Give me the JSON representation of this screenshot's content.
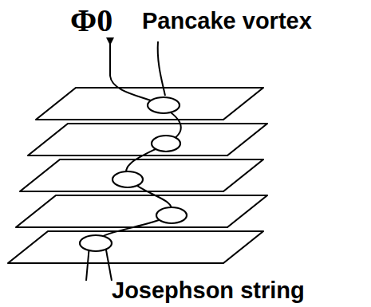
{
  "diagram": {
    "labels": [
      "Φ0",
      "Pancake vortex",
      "Josephson string"
    ]
  }
}
